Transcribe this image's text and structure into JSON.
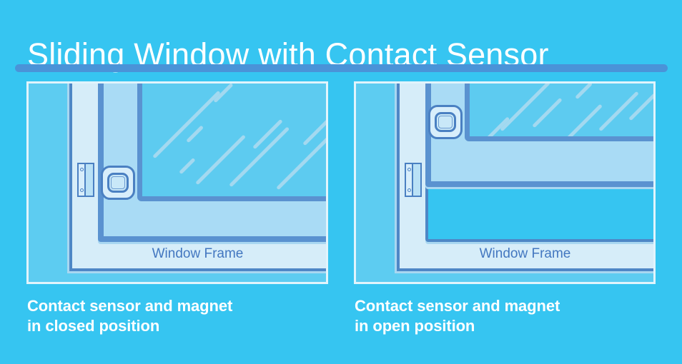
{
  "title": "Sliding Window with Contact Sensor",
  "panels": [
    {
      "id": "closed",
      "window_frame_label": "Window Frame",
      "caption_line1": "Contact sensor and magnet",
      "caption_line2": "in closed position"
    },
    {
      "id": "open",
      "window_frame_label": "Window Frame",
      "caption_line1": "Contact sensor and magnet",
      "caption_line2": "in open position"
    }
  ],
  "colors": {
    "page_bg": "#36c5f1",
    "divider": "#4a93d8",
    "panel_bg": "#5dccf1",
    "panel_border": "#e1f4fc",
    "frame_fill": "#d6edf9",
    "frame_line": "#4e87c6",
    "light_line": "#a9d7f1",
    "sash_line": "#5a92d0",
    "sash_fill": "#a9dbf5",
    "glass_fill": "#5dcbf0",
    "streak": "#a3d9f0",
    "device_fill": "#d8eefb",
    "device_fill_alt": "#b9e1f6",
    "device_line": "#4a80c2",
    "label_text": "#4377c0",
    "text": "#ffffff"
  }
}
